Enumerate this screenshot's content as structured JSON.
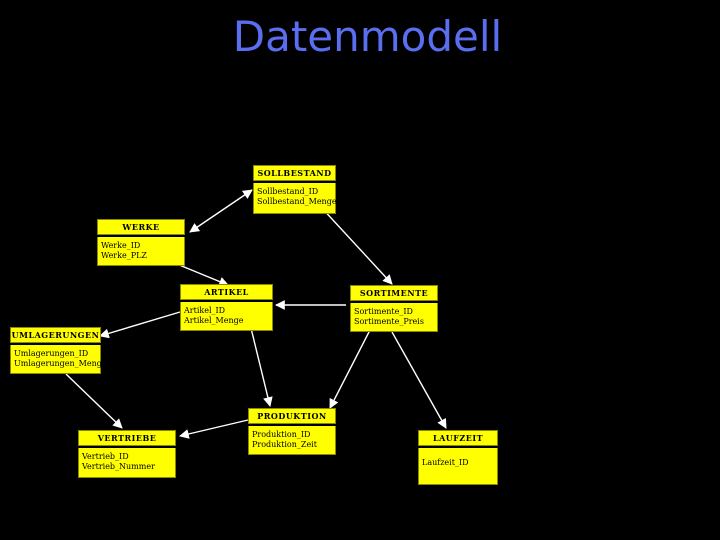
{
  "title": "Datenmodell",
  "entities": {
    "sollbestand": {
      "name": "SOLLBESTAND",
      "attrs": [
        "Sollbestand_ID",
        "Sollbestand_Menge"
      ]
    },
    "werke": {
      "name": "WERKE",
      "attrs": [
        "Werke_ID",
        "Werke_PLZ"
      ]
    },
    "artikel": {
      "name": "ARTIKEL",
      "attrs": [
        "Artikel_ID",
        "Artikel_Menge"
      ]
    },
    "sortimente": {
      "name": "SORTIMENTE",
      "attrs": [
        "Sortimente_ID",
        "Sortimente_Preis"
      ]
    },
    "umlagerungen": {
      "name": "UMLAGERUNGEN",
      "attrs": [
        "Umlagerungen_ID",
        "Umlagerungen_Menge"
      ]
    },
    "produktion": {
      "name": "PRODUKTION",
      "attrs": [
        "Produktion_ID",
        "Produktion_Zeit"
      ]
    },
    "vertriebe": {
      "name": "VERTRIEBE",
      "attrs": [
        "Vertrieb_ID",
        "Vertrieb_Nummer"
      ]
    },
    "laufzeit": {
      "name": "LAUFZEIT",
      "attrs": [
        "Laufzeit_ID"
      ]
    }
  },
  "colors": {
    "title": "#5a6ef0",
    "entity": "#ffff00",
    "line": "#ffffff",
    "background": "#000000"
  }
}
